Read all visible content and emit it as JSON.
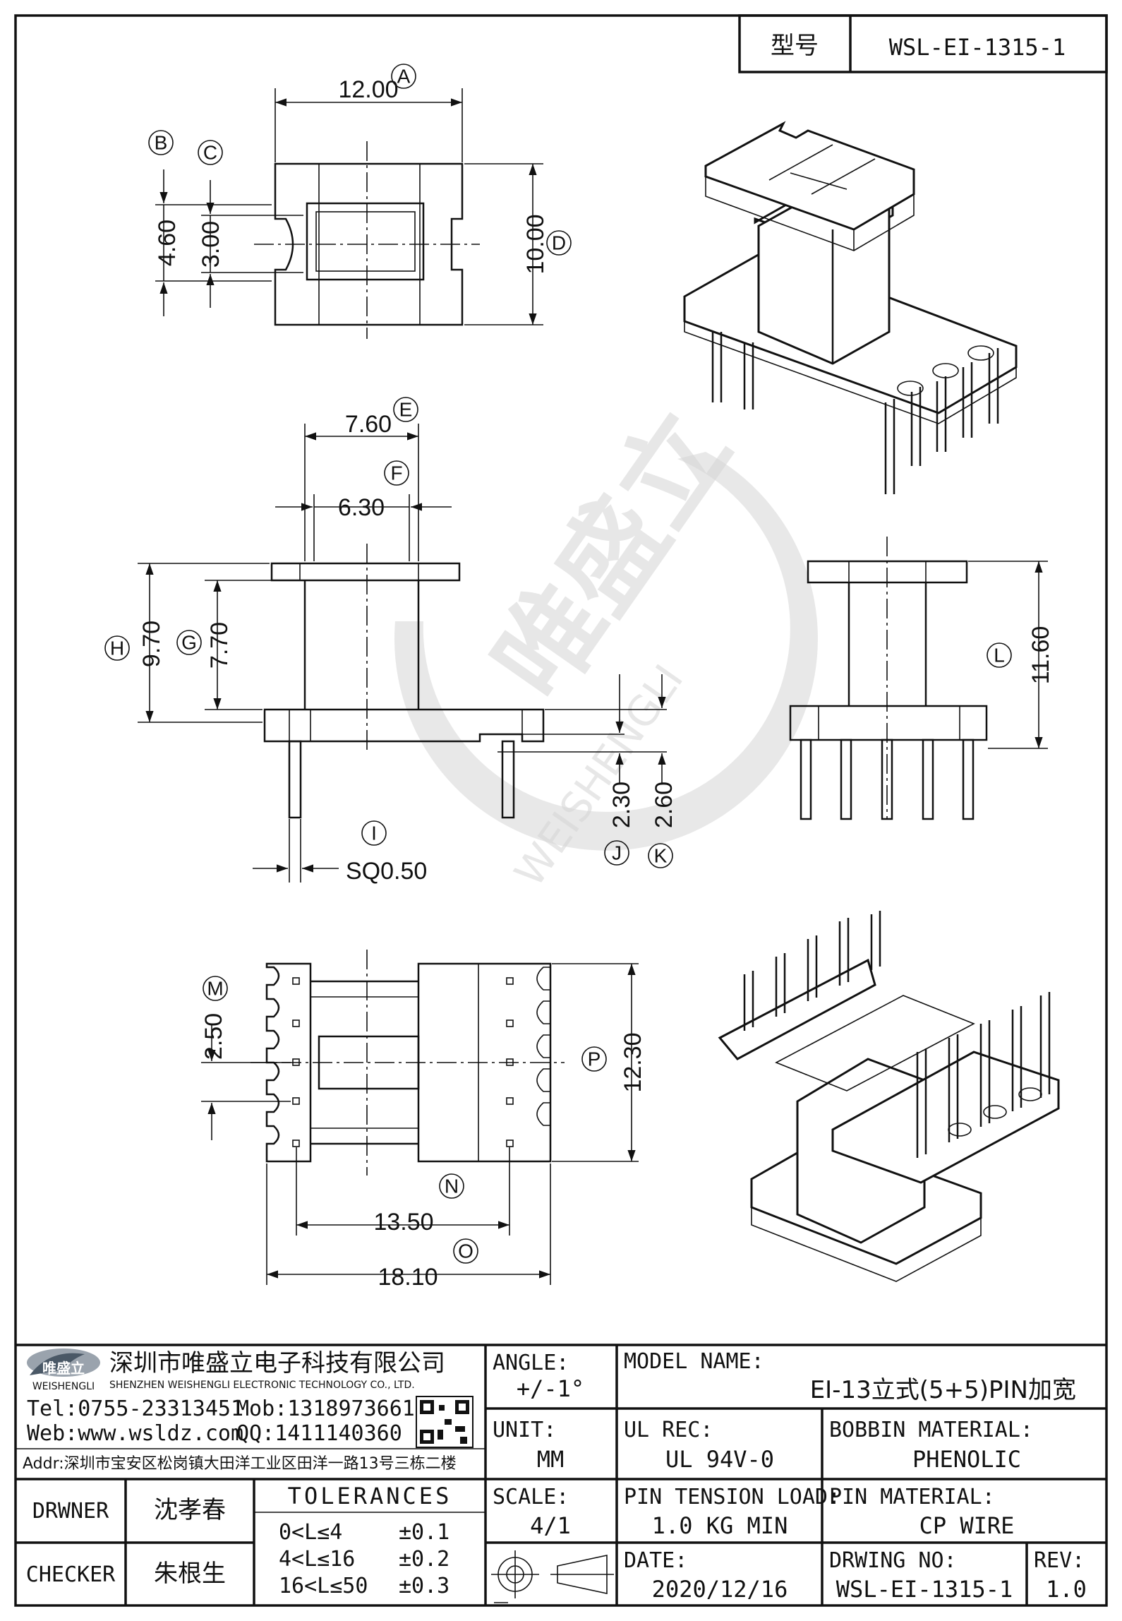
{
  "header": {
    "model_label": "型号",
    "model_value": "WSL-EI-1315-1"
  },
  "watermark": {
    "cn": "唯盛立",
    "en": "WEISHENGLI"
  },
  "dimensions": {
    "A": {
      "label": "A",
      "value": "12.00"
    },
    "B": {
      "label": "B",
      "value": "4.60"
    },
    "C": {
      "label": "C",
      "value": "3.00"
    },
    "D": {
      "label": "D",
      "value": "10.00"
    },
    "E": {
      "label": "E",
      "value": "7.60"
    },
    "F": {
      "label": "F",
      "value": "6.30"
    },
    "G": {
      "label": "G",
      "value": "7.70"
    },
    "H": {
      "label": "H",
      "value": "9.70"
    },
    "I": {
      "label": "I",
      "value": "SQ0.50"
    },
    "J": {
      "label": "J",
      "value": "2.30"
    },
    "K": {
      "label": "K",
      "value": "2.60"
    },
    "L": {
      "label": "L",
      "value": "11.60"
    },
    "M": {
      "label": "M",
      "value": "2.50"
    },
    "N": {
      "label": "N",
      "value": "13.50"
    },
    "O": {
      "label": "O",
      "value": "18.10"
    },
    "P": {
      "label": "P",
      "value": "12.30"
    }
  },
  "title_block": {
    "company_cn": "深圳市唯盛立电子科技有限公司",
    "company_en": "SHENZHEN WEISHENGLI ELECTRONIC TECHNOLOGY CO., LTD.",
    "logo_text": "唯盛立",
    "logo_sub": "WEISHENGLI",
    "tel": "Tel:0755-23313451",
    "mob": "Mob:13189736612",
    "web": "Web:www.wsldz.com",
    "qq": "QQ:1411140360",
    "addr": "Addr:深圳市宝安区松岗镇大田洋工业区田洋一路13号三栋二楼",
    "angle_label": "ANGLE:",
    "angle_value": "+/-1°",
    "model_name_label": "MODEL NAME:",
    "model_name_value": "EI-13立式(5+5)PIN加宽",
    "unit_label": "UNIT:",
    "unit_value": "MM",
    "ul_rec_label": "UL REC:",
    "ul_rec_value": "UL 94V-0",
    "bobbin_material_label": "BOBBIN MATERIAL:",
    "bobbin_material_value": "PHENOLIC",
    "drawner_label": "DRWNER",
    "drawner_value": "沈孝春",
    "checker_label": "CHECKER",
    "checker_value": "朱根生",
    "tolerances_label": "TOLERANCES",
    "tolerances": [
      {
        "range": "0<L≤4",
        "value": "±0.1"
      },
      {
        "range": "4<L≤16",
        "value": "±0.2"
      },
      {
        "range": "16<L≤50",
        "value": "±0.3"
      }
    ],
    "scale_label": "SCALE:",
    "scale_value": "4/1",
    "pin_tension_label": "PIN TENSION LOAD:",
    "pin_tension_value": "1.0 KG MIN",
    "pin_material_label": "PIN MATERIAL:",
    "pin_material_value": "CP WIRE",
    "date_label": "DATE:",
    "date_value": "2020/12/16",
    "drawing_no_label": "DRWING NO:",
    "drawing_no_value": "WSL-EI-1315-1",
    "rev_label": "REV:",
    "rev_value": "1.0"
  }
}
